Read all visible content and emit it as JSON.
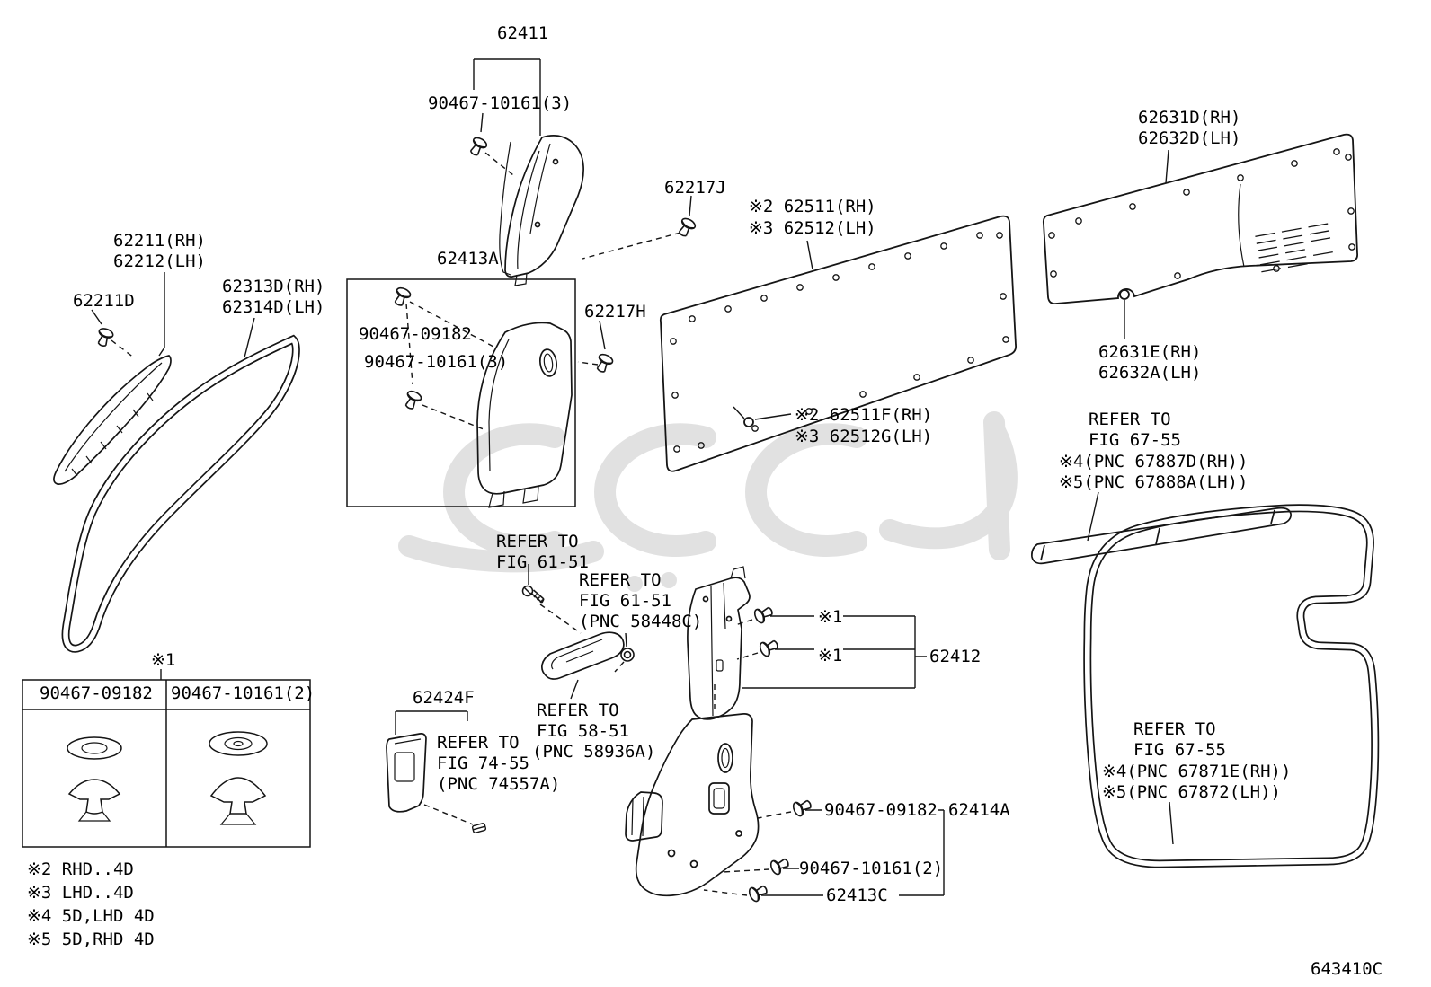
{
  "meta": {
    "drawing_code": "643410C"
  },
  "labels": {
    "p62411": "62411",
    "fastener_top": "90467-10161(3)",
    "p62217J": "62217J",
    "p62511": "※2 62511(RH)",
    "p62512": "※3 62512(LH)",
    "p62631D": "62631D(RH)",
    "p62632D": "62632D(LH)",
    "p62211": "62211(RH)",
    "p62212": "62212(LH)",
    "p62211D": "62211D",
    "p62313D": "62313D(RH)",
    "p62314D": "62314D(LH)",
    "p62413A": "62413A",
    "fastener_box_a": "90467-09182",
    "fastener_box_b": "90467-10161(3)",
    "p62217H": "62217H",
    "p62511F": "※2 62511F(RH)",
    "p62512G": "※3 62512G(LH)",
    "p62631E": "62631E(RH)",
    "p62632A": "62632A(LH)",
    "st1_a": "※1",
    "st1_b": "※1",
    "p62412": "62412",
    "p62424F": "62424F",
    "fastener_bot_a": "90467-09182",
    "p62414A": "62414A",
    "fastener_bot_b": "90467-10161(2)",
    "p62413C": "62413C",
    "st1_table": "※1"
  },
  "notes": {
    "fig67_upper": [
      "REFER TO",
      "FIG 67-55",
      "※4(PNC 67887D(RH))",
      "※5(PNC 67888A(LH))"
    ],
    "fig61_a": [
      "REFER TO",
      "FIG 61-51"
    ],
    "fig61_b": [
      "REFER TO",
      "FIG 61-51",
      "(PNC 58448C)"
    ],
    "fig58": [
      "REFER TO",
      "FIG 58-51",
      "(PNC 58936A)"
    ],
    "fig74": [
      "REFER TO",
      "FIG 74-55",
      "(PNC 74557A)"
    ],
    "fig67_lower": [
      "REFER TO",
      "FIG 67-55",
      "※4(PNC 67871E(RH))",
      "※5(PNC 67872(LH))"
    ]
  },
  "fastener_table": {
    "col_left": "90467-09182",
    "col_right": "90467-10161(2)"
  },
  "legend": [
    "※2 RHD..4D",
    "※3 LHD..4D",
    "※4 5D,LHD 4D",
    "※5 5D,RHD 4D"
  ]
}
